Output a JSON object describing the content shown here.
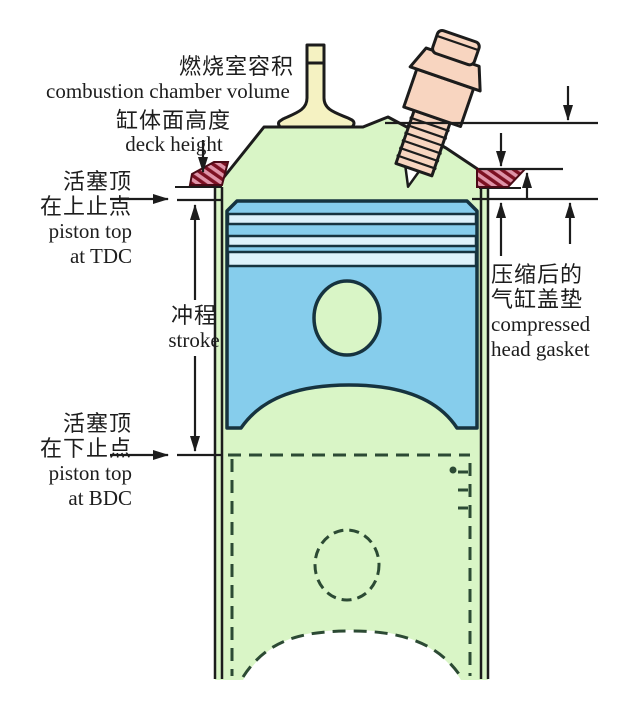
{
  "title": "Engine cylinder stroke / deck height diagram",
  "labels": {
    "combustion_chamber": {
      "zh": "燃烧室容积",
      "en": "combustion chamber volume"
    },
    "deck_height": {
      "zh": "缸体面高度",
      "en": "deck height"
    },
    "piston_tdc": {
      "zh1": "活塞顶",
      "zh2": "在上止点",
      "en1": "piston top",
      "en2": "at TDC"
    },
    "stroke": {
      "zh": "冲程",
      "en": "stroke"
    },
    "piston_bdc": {
      "zh1": "活塞顶",
      "zh2": "在下止点",
      "en1": "piston top",
      "en2": "at BDC"
    },
    "head_gasket": {
      "zh1": "压缩后的",
      "zh2": "气缸盖垫",
      "en1": "compressed",
      "en2": "head gasket"
    }
  },
  "colors": {
    "background": "#ffffff",
    "outline": "#1c1c1c",
    "block-green": "#d9f5c6",
    "piston-blue": "#86cdec",
    "piston-band-light": "#ddf2fb",
    "piston-outline": "#16333f",
    "valve-cream": "#f5f2c2",
    "spark-plug-salmon": "#f8d5c0",
    "gasket-pink": "#df93a8",
    "gasket-hatch-red": "#7c1022",
    "dashed-outline-green": "#2c4a34",
    "label-text": "#1d1d1d"
  }
}
